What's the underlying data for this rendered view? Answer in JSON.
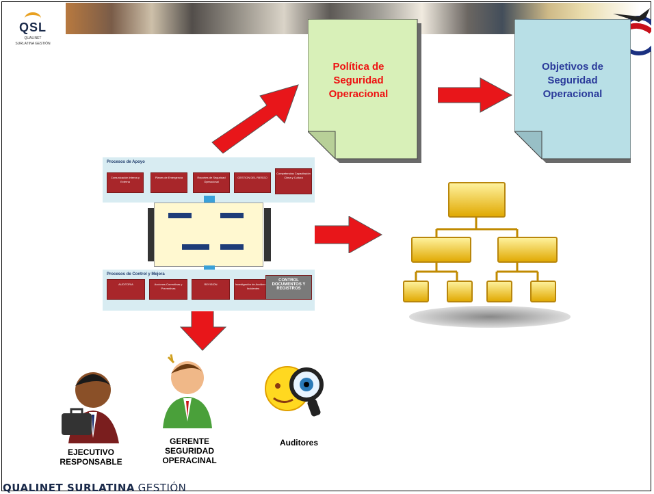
{
  "logo": {
    "mark": "QSL",
    "subline1": "QUALINET",
    "subline2": "SURLATINA GESTIÓN"
  },
  "documents": {
    "policy": {
      "line1": "Política de",
      "line2": "Seguridad",
      "line3": "Operacional",
      "color": "#ee1111",
      "fill": "#d8f0b8"
    },
    "objectives": {
      "line1": "Objetivos de",
      "line2": "Seguridad",
      "line3": "Operacional",
      "color": "#2a3a9a",
      "fill": "#b8dfe6"
    }
  },
  "process_diagram": {
    "support_title": "Procesos de Apoyo",
    "support_boxes": [
      "Comunicación Interna y Externa",
      "Planes de Emergencia",
      "Reportes de Seguridad Operacional",
      "GESTION DEL RIESGO",
      "Competencias Capacitación Clima y Cultura"
    ],
    "control_title": "Procesos de Control y Mejora",
    "control_boxes": [
      "AUDITORIA",
      "Acciones Correctivas y Preventivas",
      "REVISION",
      "Investigación de Accidentes e Incidentes",
      "CONTROL DOCUMENTOS Y REGISTROS"
    ]
  },
  "people": [
    {
      "role": "executive",
      "line1": "EJECUTIVO",
      "line2": "RESPONSABLE",
      "line3": ""
    },
    {
      "role": "manager",
      "line1": "GERENTE",
      "line2": "SEGURIDAD",
      "line3": "OPERACINAL"
    },
    {
      "role": "auditor",
      "line1": "Auditores",
      "line2": "",
      "line3": ""
    }
  ],
  "footer": {
    "bold": "QUALINET SURLATINA",
    "normal": "GESTIÓN"
  },
  "colors": {
    "arrow": "#e8161a",
    "org_box": "#f0c820",
    "footer_text": "#1a2a4a"
  }
}
